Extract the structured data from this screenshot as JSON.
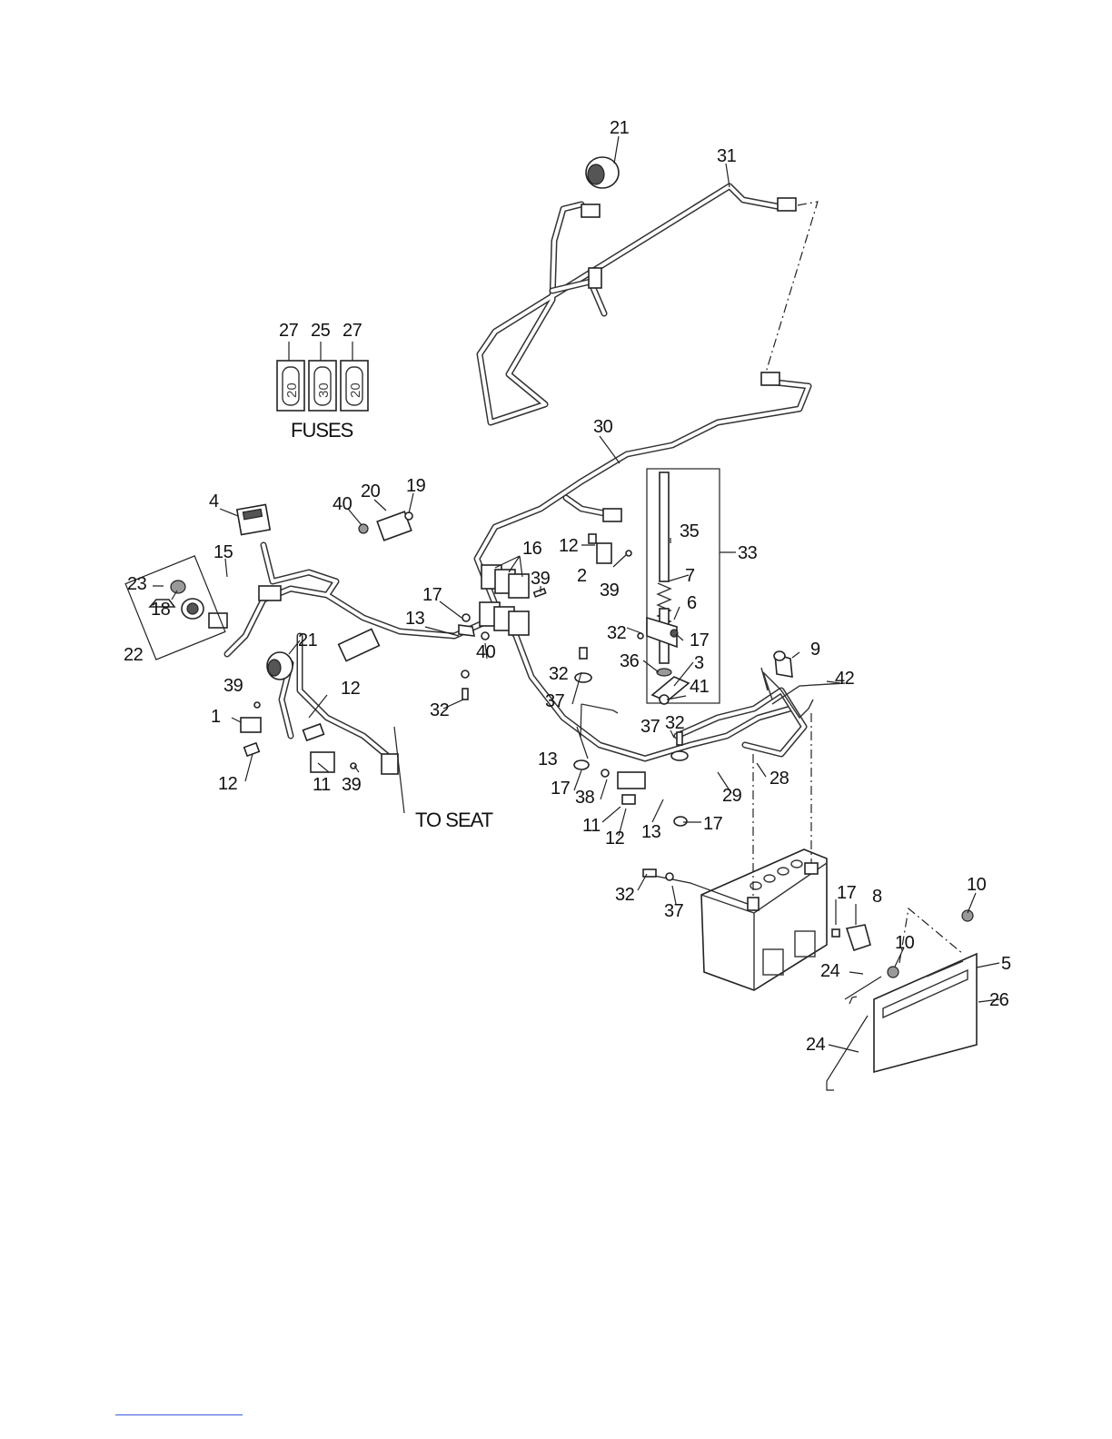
{
  "callouts": [
    {
      "label": "21"
    },
    {
      "label": "31"
    },
    {
      "label": "27"
    },
    {
      "label": "25"
    },
    {
      "label": "27"
    },
    {
      "label": "30"
    },
    {
      "label": "35"
    },
    {
      "label": "33"
    },
    {
      "label": "4"
    },
    {
      "label": "40"
    },
    {
      "label": "20"
    },
    {
      "label": "19"
    },
    {
      "label": "16"
    },
    {
      "label": "12"
    },
    {
      "label": "39"
    },
    {
      "label": "15"
    },
    {
      "label": "2"
    },
    {
      "label": "39"
    },
    {
      "label": "7"
    },
    {
      "label": "23"
    },
    {
      "label": "18"
    },
    {
      "label": "17"
    },
    {
      "label": "6"
    },
    {
      "label": "13"
    },
    {
      "label": "32"
    },
    {
      "label": "17"
    },
    {
      "label": "22"
    },
    {
      "label": "21"
    },
    {
      "label": "40"
    },
    {
      "label": "36"
    },
    {
      "label": "3"
    },
    {
      "label": "9"
    },
    {
      "label": "41"
    },
    {
      "label": "32"
    },
    {
      "label": "42"
    },
    {
      "label": "39"
    },
    {
      "label": "12"
    },
    {
      "label": "37"
    },
    {
      "label": "32"
    },
    {
      "label": "1"
    },
    {
      "label": "37"
    },
    {
      "label": "32"
    },
    {
      "label": "13"
    },
    {
      "label": "28"
    },
    {
      "label": "12"
    },
    {
      "label": "11"
    },
    {
      "label": "39"
    },
    {
      "label": "17"
    },
    {
      "label": "38"
    },
    {
      "label": "29"
    },
    {
      "label": "11"
    },
    {
      "label": "13"
    },
    {
      "label": "17"
    },
    {
      "label": "12"
    },
    {
      "label": "10"
    },
    {
      "label": "32"
    },
    {
      "label": "17"
    },
    {
      "label": "8"
    },
    {
      "label": "37"
    },
    {
      "label": "10"
    },
    {
      "label": "5"
    },
    {
      "label": "24"
    },
    {
      "label": "26"
    },
    {
      "label": "24"
    }
  ],
  "fuses": {
    "caption": "FUSES",
    "values": [
      "20",
      "30",
      "20"
    ]
  },
  "to_seat_label": "TO SEAT",
  "colors": {
    "line": "#222222",
    "footer_rule": "#3b5bdb"
  }
}
